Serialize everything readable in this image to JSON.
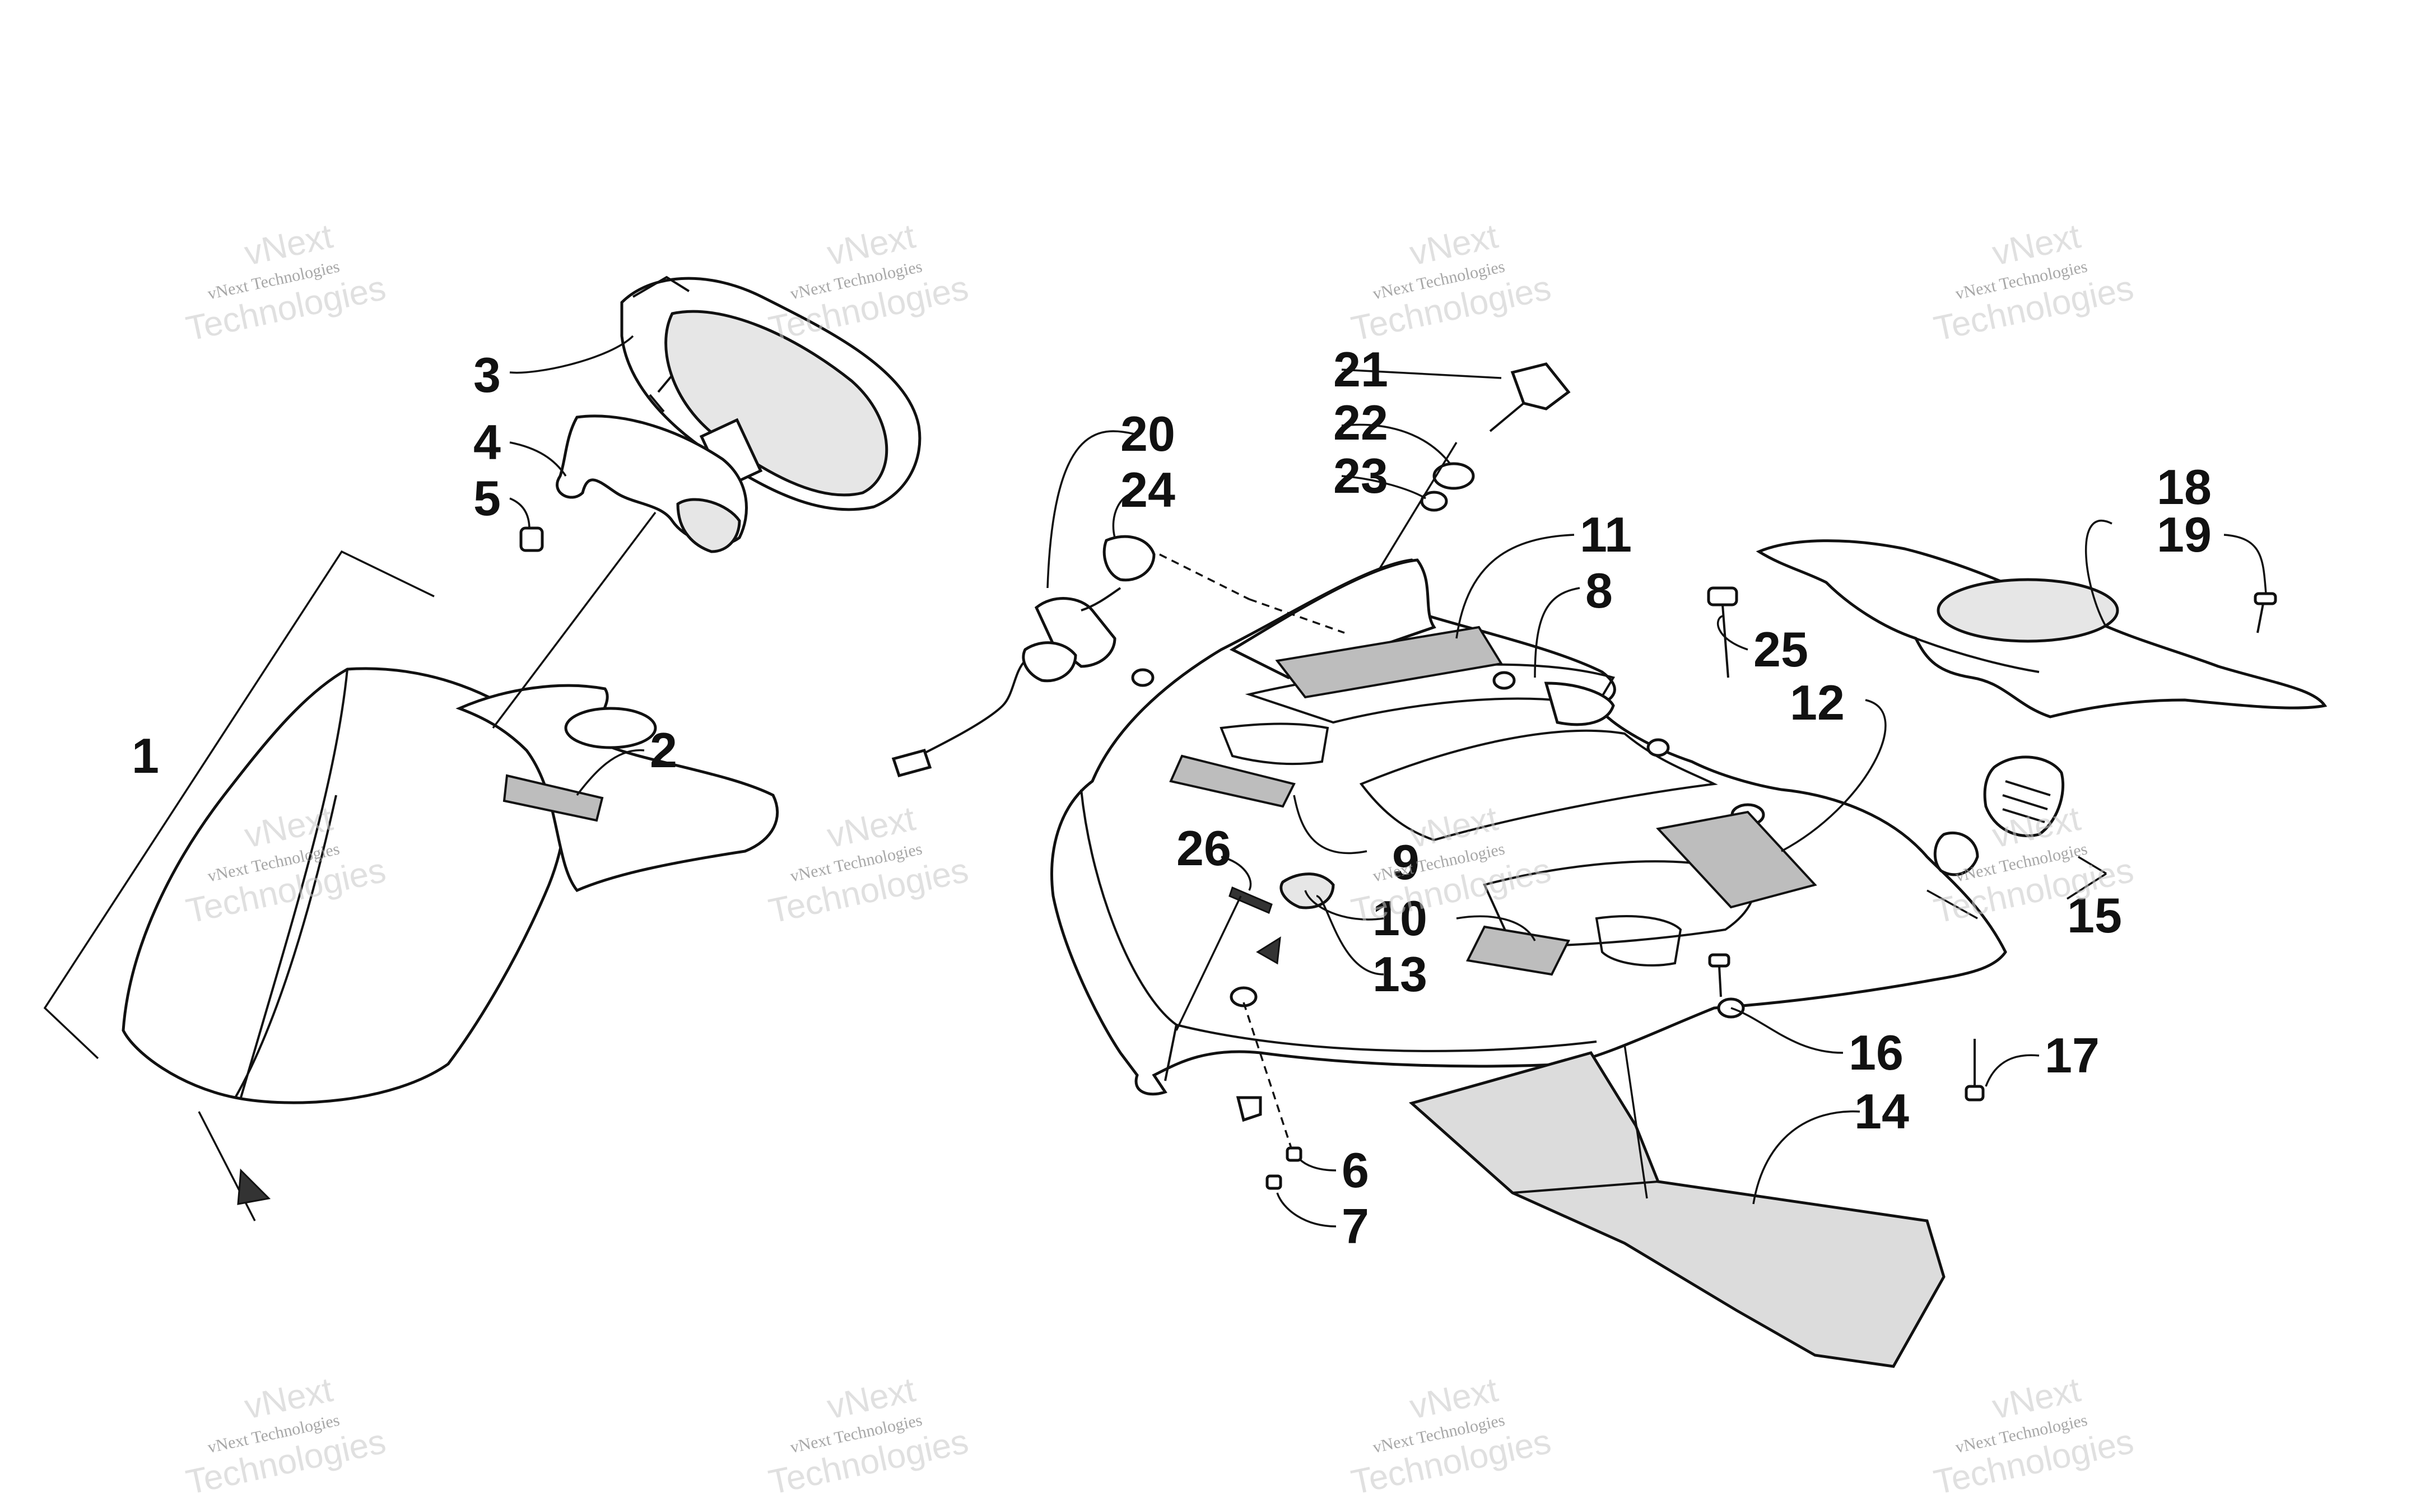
{
  "callouts": [
    {
      "id": "c1",
      "label": "1"
    },
    {
      "id": "c2",
      "label": "2"
    },
    {
      "id": "c3",
      "label": "3"
    },
    {
      "id": "c4",
      "label": "4"
    },
    {
      "id": "c5",
      "label": "5"
    },
    {
      "id": "c6",
      "label": "6"
    },
    {
      "id": "c7",
      "label": "7"
    },
    {
      "id": "c8",
      "label": "8"
    },
    {
      "id": "c9",
      "label": "9"
    },
    {
      "id": "c10",
      "label": "10"
    },
    {
      "id": "c11",
      "label": "11"
    },
    {
      "id": "c12",
      "label": "12"
    },
    {
      "id": "c13",
      "label": "13"
    },
    {
      "id": "c14",
      "label": "14"
    },
    {
      "id": "c15",
      "label": "15"
    },
    {
      "id": "c16",
      "label": "16"
    },
    {
      "id": "c17",
      "label": "17"
    },
    {
      "id": "c18",
      "label": "18"
    },
    {
      "id": "c19",
      "label": "19"
    },
    {
      "id": "c20",
      "label": "20"
    },
    {
      "id": "c21",
      "label": "21"
    },
    {
      "id": "c22",
      "label": "22"
    },
    {
      "id": "c23",
      "label": "23"
    },
    {
      "id": "c24",
      "label": "24"
    },
    {
      "id": "c25",
      "label": "25"
    },
    {
      "id": "c26",
      "label": "26"
    }
  ],
  "watermark": {
    "small": "vNext Technologies",
    "large_line1": "vNext",
    "large_line2": "Technologies"
  }
}
